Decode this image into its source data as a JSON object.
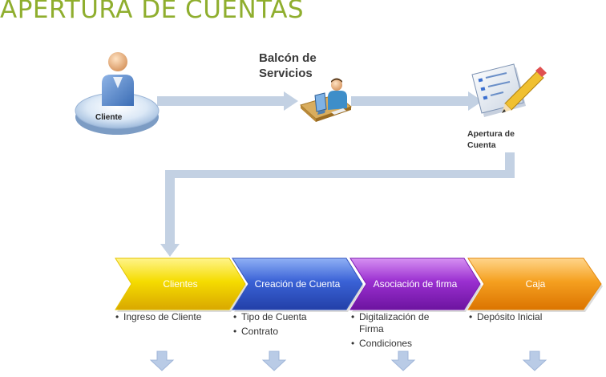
{
  "title": "APERTURA DE CUENTAS",
  "top_flow": {
    "client_label": "Cliente",
    "service_desk_label": "Balcón de Servicios",
    "account_opening_label": "Apertura de Cuenta"
  },
  "steps": [
    {
      "label": "Clientes",
      "bullets": [
        "Ingreso de Cliente"
      ]
    },
    {
      "label": "Creación de Cuenta",
      "bullets": [
        "Tipo de Cuenta",
        "Contrato"
      ]
    },
    {
      "label": "Asociación de firma",
      "bullets": [
        "Digitalización de Firma",
        "Condiciones"
      ]
    },
    {
      "label": "Caja",
      "bullets": [
        "Depósito Inicial"
      ]
    }
  ],
  "colors": {
    "title": "#8fae2e",
    "connector": "#c3d1e3",
    "step_clientes": "#f2d300",
    "step_creacion": "#3a62d6",
    "step_asociacion": "#8e22c4",
    "step_caja": "#f29a14"
  },
  "icons": {
    "client": "person-on-platform-icon",
    "service_desk": "person-at-desk-icon",
    "account_opening": "document-pencil-icon"
  }
}
